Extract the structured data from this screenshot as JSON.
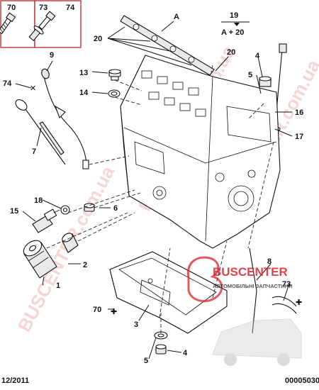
{
  "header_boxes": [
    {
      "id": "70"
    },
    {
      "id": "73"
    },
    {
      "id": "74"
    }
  ],
  "callouts": {
    "c9": "9",
    "c74": "74",
    "c7": "7",
    "c13": "13",
    "c14": "14",
    "c18": "18",
    "c15": "15",
    "c1": "1",
    "c6": "6",
    "c2": "2",
    "cA": "A",
    "c20a": "20",
    "c20b": "20",
    "c19": "19",
    "cA20": "A + 20",
    "c4a": "4",
    "c5a": "5",
    "c16": "16",
    "c17": "17",
    "c8": "8",
    "c73": "73",
    "c70": "70",
    "c3": "3",
    "c5b": "5",
    "c4b": "4"
  },
  "footer": {
    "date": "12/2011",
    "code": "00005030"
  },
  "watermark": {
    "brand": "BUSCENTER",
    "tagline": "АВТОМОБІЛЬНІ ЗАПЧАСТИНИ",
    "site": "BUSCENTER.com.ua",
    "brand_color": "#d8232a",
    "text_color": "#1a1a1a"
  }
}
